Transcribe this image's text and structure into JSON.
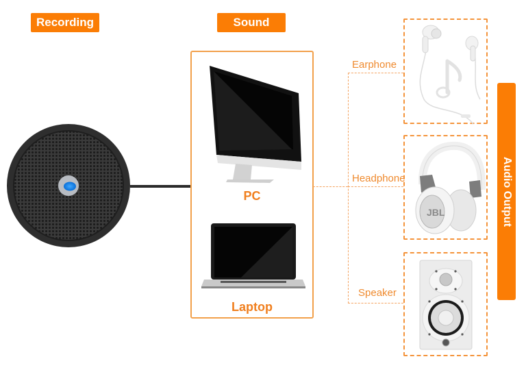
{
  "recording": {
    "label": "Recording",
    "device": "conference-microphone"
  },
  "sound": {
    "label": "Sound",
    "devices": [
      {
        "label": "PC",
        "icon": "desktop-computer-icon"
      },
      {
        "label": "Laptop",
        "icon": "laptop-icon"
      }
    ]
  },
  "outputs": [
    {
      "label": "Earphone",
      "icon": "earphone-icon"
    },
    {
      "label": "Headphone",
      "icon": "headphone-icon"
    },
    {
      "label": "Speaker",
      "icon": "speaker-icon"
    }
  ],
  "audio_output": {
    "label": "Audio Output"
  },
  "colors": {
    "accent": "#fb7d05",
    "label_text": "#f07f1e",
    "dashed_border": "#f4933a"
  }
}
